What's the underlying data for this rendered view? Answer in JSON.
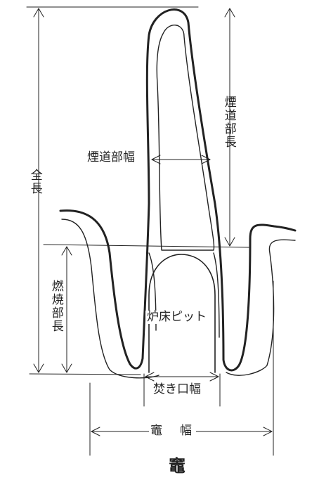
{
  "labels": {
    "total_length": "全長",
    "flue_length": "煙道部長",
    "flue_width": "煙道部幅",
    "combustion_length": "燃焼部長",
    "hearth_pit": "炉床ピット",
    "firing_mouth_width": "焚き口幅",
    "kiln_width": "竈　幅",
    "caption": "竈"
  }
}
